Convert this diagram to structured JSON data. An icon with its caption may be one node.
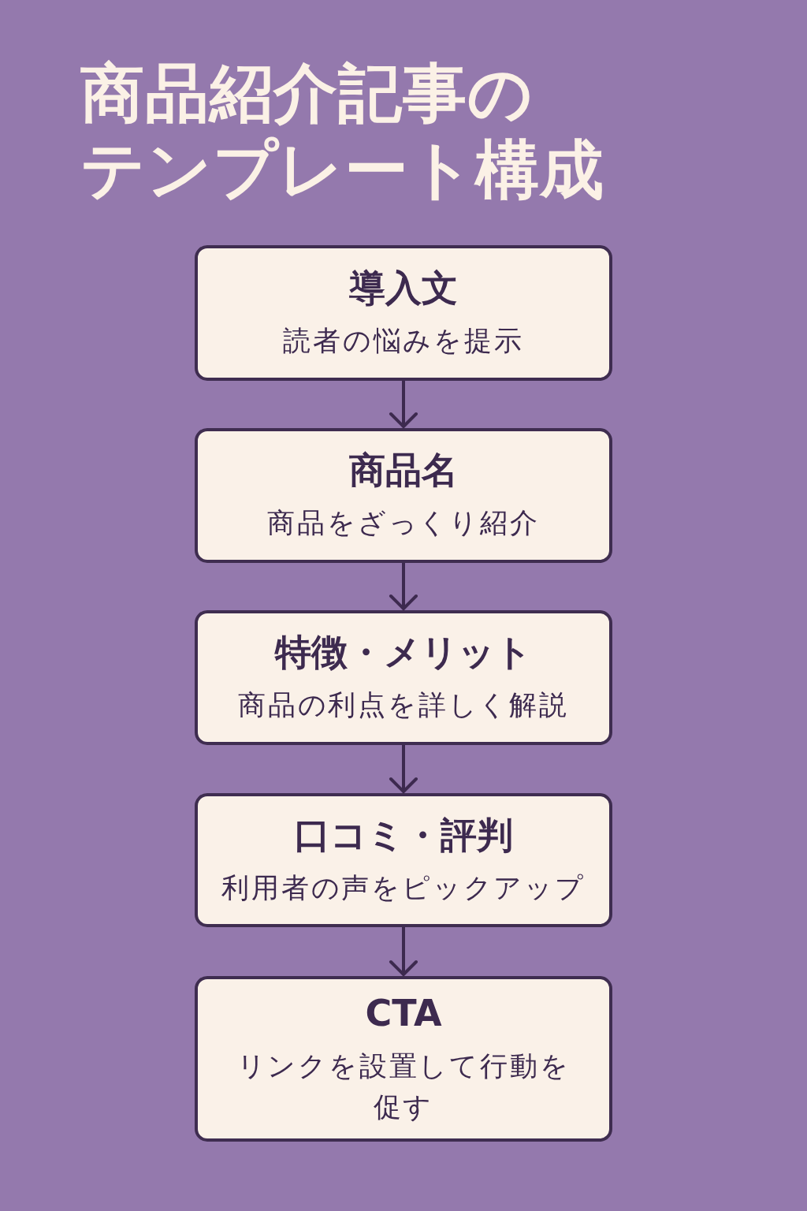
{
  "diagram": {
    "title": "商品紹介記事のテンプレート構成",
    "nodes": [
      {
        "text": [
          "導入文",
          "読者の悩みを提示"
        ]
      },
      {
        "text": [
          "商品名",
          "商品をざっくり紹介"
        ]
      },
      {
        "text": [
          "特徴・メリット",
          "商品の利点を詳しく解説"
        ]
      },
      {
        "text": [
          "口コミ・評判",
          "利用者の声をピックアップ"
        ]
      },
      {
        "text": [
          "CTA",
          "リンクを設置して行動を促す"
        ]
      }
    ],
    "edges": [
      {
        "from": 0,
        "to": 1,
        "arrow": "to"
      },
      {
        "from": 1,
        "to": 2,
        "arrow": "to"
      },
      {
        "from": 2,
        "to": 3,
        "arrow": "to"
      },
      {
        "from": 3,
        "to": 4,
        "arrow": "to"
      }
    ]
  }
}
